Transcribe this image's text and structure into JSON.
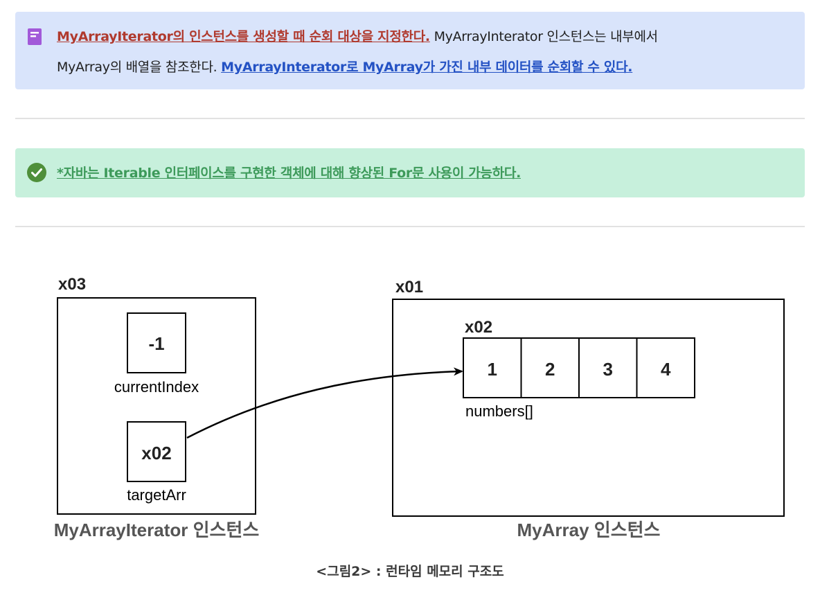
{
  "callout_info": {
    "icon": "note-icon",
    "link_red": "MyArrayIterator의 인스턴스를 생성할 때 순회 대상을 지정한다.",
    "text_plain_1": " MyArrayInterator 인스턴스는 내부에서",
    "text_plain_2": "MyArray의 배열을 참조한다. ",
    "link_blue": "MyArrayInterator로 MyArray가 가진 내부 데이터를 순회할 수 있다."
  },
  "callout_check": {
    "icon": "check-circle-icon",
    "link_green": "*자바는 Iterable 인터페이스를 구현한 객체에 대해 향상된 For문 사용이 가능하다."
  },
  "diagram": {
    "left_box": {
      "address": "x03",
      "current_index_value": "-1",
      "current_index_label": "currentIndex",
      "target_value": "x02",
      "target_label": "targetArr",
      "title": "MyArrayIterator 인스턴스"
    },
    "right_box": {
      "address": "x01",
      "array_address": "x02",
      "cells": [
        "1",
        "2",
        "3",
        "4"
      ],
      "array_label": "numbers[]",
      "title": "MyArray 인스턴스"
    }
  },
  "caption": "<그림2> : 런타임 메모리 구조도"
}
